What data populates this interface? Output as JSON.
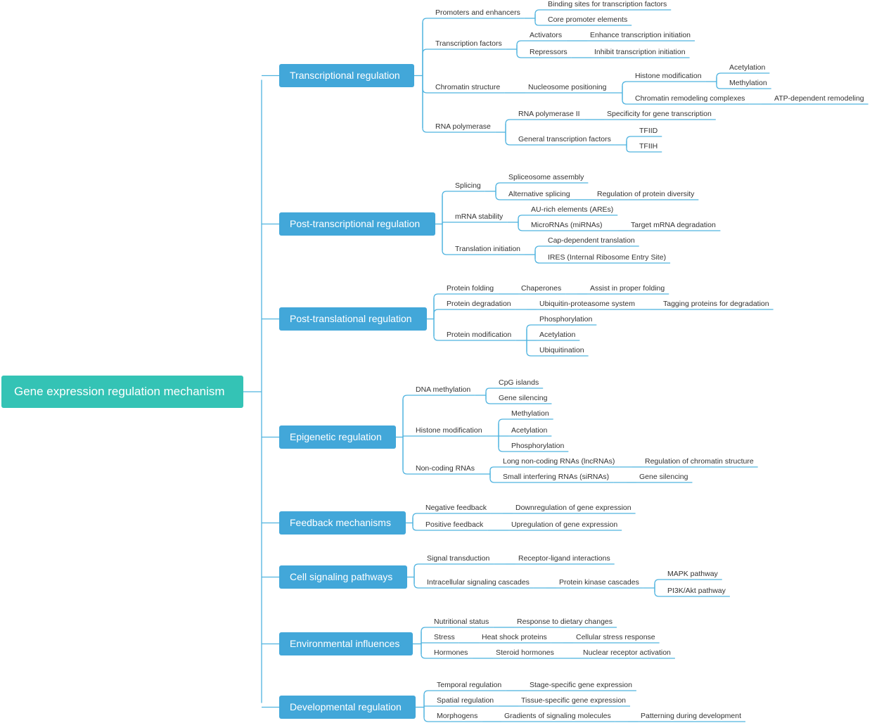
{
  "root": "Gene expression regulation mechanism",
  "branches": [
    {
      "label": "Transcriptional regulation",
      "children": [
        {
          "label": "Promoters and enhancers",
          "children": [
            {
              "label": "Binding sites for transcription factors"
            },
            {
              "label": "Core promoter elements"
            }
          ]
        },
        {
          "label": "Transcription factors",
          "children": [
            {
              "label": "Activators",
              "children": [
                {
                  "label": "Enhance transcription initiation"
                }
              ]
            },
            {
              "label": "Repressors",
              "children": [
                {
                  "label": "Inhibit transcription initiation"
                }
              ]
            }
          ]
        },
        {
          "label": "Chromatin structure",
          "children": [
            {
              "label": "Nucleosome positioning",
              "children": [
                {
                  "label": "Histone modification",
                  "children": [
                    {
                      "label": "Acetylation"
                    },
                    {
                      "label": "Methylation"
                    }
                  ]
                },
                {
                  "label": "Chromatin remodeling complexes",
                  "children": [
                    {
                      "label": "ATP-dependent remodeling"
                    }
                  ]
                }
              ]
            }
          ]
        },
        {
          "label": "RNA polymerase",
          "children": [
            {
              "label": "RNA polymerase II",
              "children": [
                {
                  "label": "Specificity for gene transcription"
                }
              ]
            },
            {
              "label": "General transcription factors",
              "children": [
                {
                  "label": "TFIID"
                },
                {
                  "label": "TFIIH"
                }
              ]
            }
          ]
        }
      ]
    },
    {
      "label": "Post-transcriptional regulation",
      "children": [
        {
          "label": "Splicing",
          "children": [
            {
              "label": "Spliceosome assembly"
            },
            {
              "label": "Alternative splicing",
              "children": [
                {
                  "label": "Regulation of protein diversity"
                }
              ]
            }
          ]
        },
        {
          "label": "mRNA stability",
          "children": [
            {
              "label": "AU-rich elements (AREs)"
            },
            {
              "label": "MicroRNAs (miRNAs)",
              "children": [
                {
                  "label": "Target mRNA degradation"
                }
              ]
            }
          ]
        },
        {
          "label": "Translation initiation",
          "children": [
            {
              "label": "Cap-dependent translation"
            },
            {
              "label": "IRES (Internal Ribosome Entry Site)"
            }
          ]
        }
      ]
    },
    {
      "label": "Post-translational regulation",
      "children": [
        {
          "label": "Protein folding",
          "children": [
            {
              "label": "Chaperones",
              "children": [
                {
                  "label": "Assist in proper folding"
                }
              ]
            }
          ]
        },
        {
          "label": "Protein degradation",
          "children": [
            {
              "label": "Ubiquitin-proteasome system",
              "children": [
                {
                  "label": "Tagging proteins for degradation"
                }
              ]
            }
          ]
        },
        {
          "label": "Protein modification",
          "children": [
            {
              "label": "Phosphorylation"
            },
            {
              "label": "Acetylation"
            },
            {
              "label": "Ubiquitination"
            }
          ]
        }
      ]
    },
    {
      "label": "Epigenetic regulation",
      "children": [
        {
          "label": "DNA methylation",
          "children": [
            {
              "label": "CpG islands"
            },
            {
              "label": "Gene silencing"
            }
          ]
        },
        {
          "label": "Histone modification",
          "children": [
            {
              "label": "Methylation"
            },
            {
              "label": "Acetylation"
            },
            {
              "label": "Phosphorylation"
            }
          ]
        },
        {
          "label": "Non-coding RNAs",
          "children": [
            {
              "label": "Long non-coding RNAs (lncRNAs)",
              "children": [
                {
                  "label": "Regulation of chromatin structure"
                }
              ]
            },
            {
              "label": "Small interfering RNAs (siRNAs)",
              "children": [
                {
                  "label": "Gene silencing"
                }
              ]
            }
          ]
        }
      ]
    },
    {
      "label": "Feedback mechanisms",
      "children": [
        {
          "label": "Negative feedback",
          "children": [
            {
              "label": "Downregulation of gene expression"
            }
          ]
        },
        {
          "label": "Positive feedback",
          "children": [
            {
              "label": "Upregulation of gene expression"
            }
          ]
        }
      ]
    },
    {
      "label": "Cell signaling pathways",
      "children": [
        {
          "label": "Signal transduction",
          "children": [
            {
              "label": "Receptor-ligand interactions"
            }
          ]
        },
        {
          "label": "Intracellular signaling cascades",
          "children": [
            {
              "label": "Protein kinase cascades",
              "children": [
                {
                  "label": "MAPK pathway"
                },
                {
                  "label": "PI3K/Akt pathway"
                }
              ]
            }
          ]
        }
      ]
    },
    {
      "label": "Environmental influences",
      "children": [
        {
          "label": "Nutritional status",
          "children": [
            {
              "label": "Response to dietary changes"
            }
          ]
        },
        {
          "label": "Stress",
          "children": [
            {
              "label": "Heat shock proteins",
              "children": [
                {
                  "label": "Cellular stress response"
                }
              ]
            }
          ]
        },
        {
          "label": "Hormones",
          "children": [
            {
              "label": "Steroid hormones",
              "children": [
                {
                  "label": "Nuclear receptor activation"
                }
              ]
            }
          ]
        }
      ]
    },
    {
      "label": "Developmental regulation",
      "children": [
        {
          "label": "Temporal regulation",
          "children": [
            {
              "label": "Stage-specific gene expression"
            }
          ]
        },
        {
          "label": "Spatial regulation",
          "children": [
            {
              "label": "Tissue-specific gene expression"
            }
          ]
        },
        {
          "label": "Morphogens",
          "children": [
            {
              "label": "Gradients of signaling molecules",
              "children": [
                {
                  "label": "Patterning during development"
                }
              ]
            }
          ]
        }
      ]
    }
  ],
  "colors": {
    "root": "#34c3b5",
    "main": "#42a7d9",
    "line": "#4fb3df",
    "text": "#333333"
  }
}
